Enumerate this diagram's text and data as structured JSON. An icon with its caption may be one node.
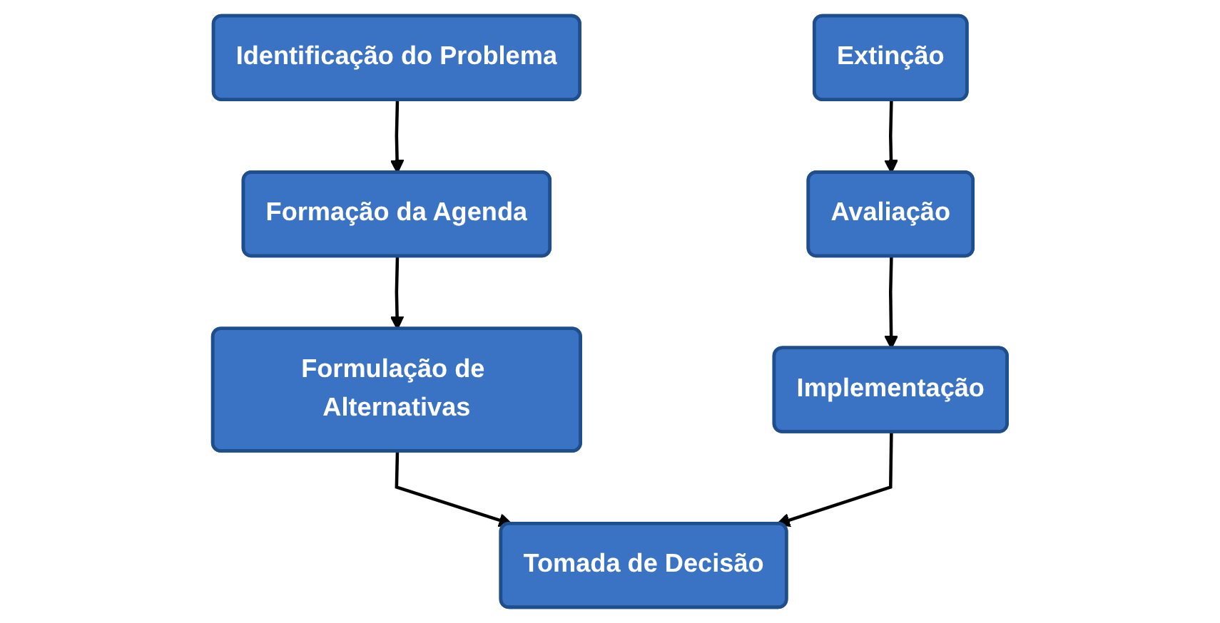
{
  "diagram": {
    "nodes": [
      {
        "text": [
          "Identificação do Problema"
        ]
      },
      {
        "text": [
          "Extinção"
        ]
      },
      {
        "text": [
          "Formação da Agenda"
        ]
      },
      {
        "text": [
          "Avaliação"
        ]
      },
      {
        "text": [
          "Formulação de Alternativas"
        ]
      },
      {
        "text": [
          "Implementação"
        ]
      },
      {
        "text": [
          "Tomada de Decisão"
        ]
      }
    ],
    "edges": [
      {
        "from": 0,
        "to": 2,
        "arrow": "to"
      },
      {
        "from": 2,
        "to": 4,
        "arrow": "to"
      },
      {
        "from": 4,
        "to": 6,
        "arrow": "to"
      },
      {
        "from": 1,
        "to": 3,
        "arrow": "to"
      },
      {
        "from": 3,
        "to": 5,
        "arrow": "to"
      },
      {
        "from": 5,
        "to": 6,
        "arrow": "to"
      }
    ]
  }
}
